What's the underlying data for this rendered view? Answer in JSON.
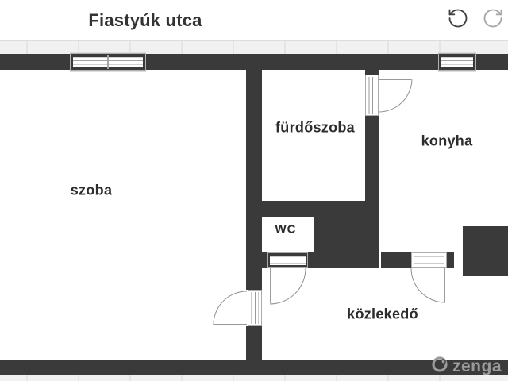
{
  "header": {
    "title": "Fiastyúk utca"
  },
  "toolbar": {
    "undo_icon": "undo-arrow",
    "redo_icon": "redo-arrow"
  },
  "rooms": {
    "szoba": {
      "label": "szoba"
    },
    "furdoszoba": {
      "label": "fürdőszoba"
    },
    "konyha": {
      "label": "konyha"
    },
    "wc": {
      "label": "WC"
    },
    "kozlekedo": {
      "label": "közlekedő"
    }
  },
  "plan": {
    "windows": [
      "top-wall-window-left",
      "top-wall-window-right"
    ],
    "doors": [
      "szoba-door",
      "wc-door",
      "furdoszoba-konyha-door",
      "kozlekedo-konyha-door"
    ]
  },
  "watermark": {
    "brand": "zenga"
  },
  "colors": {
    "wall": "#3a3a3a",
    "canvas_bg": "#f1f1f2",
    "header_bg": "#ffffff",
    "watermark_gray": "#9a9a9a"
  }
}
